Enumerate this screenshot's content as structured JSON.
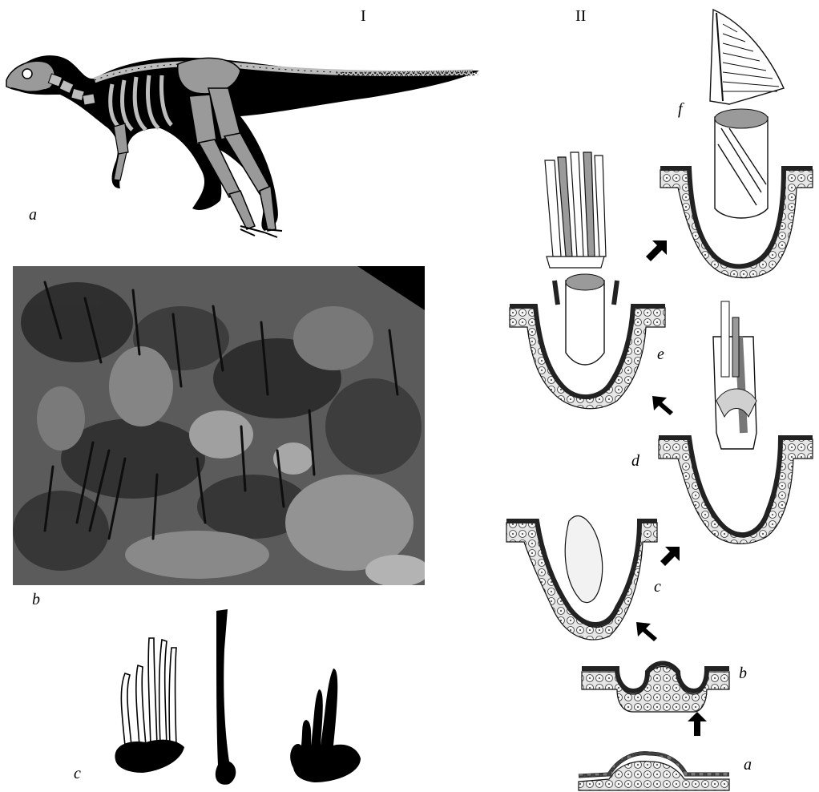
{
  "column_labels": {
    "left": "I",
    "right": "II"
  },
  "panel_I": {
    "a": "a",
    "b": "b",
    "c": "c"
  },
  "panel_II": {
    "a": "a",
    "b": "b",
    "c": "c",
    "d": "d",
    "e": "e",
    "f": "f"
  },
  "colors": {
    "ink": "#000000",
    "shade": "#9a9a9a",
    "light": "#e6e6e6",
    "photo_dark": "#2a2a2a",
    "photo_mid": "#6e6e6e",
    "photo_light": "#bdbdbd"
  },
  "icons": [
    "dinosaur-skeleton-illustration",
    "fossil-photo",
    "filament-silhouettes",
    "follicle-stage-drawings",
    "arrow-icon"
  ]
}
